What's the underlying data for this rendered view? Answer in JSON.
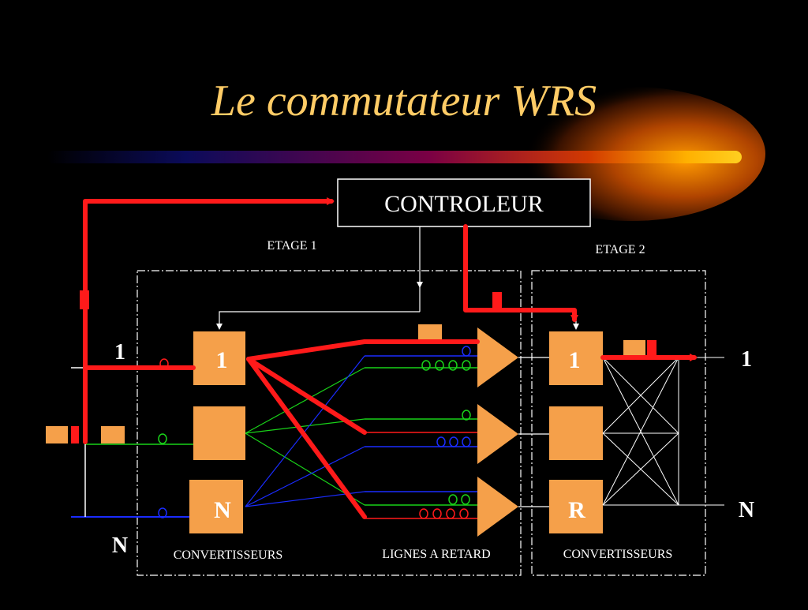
{
  "slide": {
    "title": "Le commutateur WRS"
  },
  "controller": {
    "label": "CONTROLEUR"
  },
  "stages": {
    "stage1": "ETAGE 1",
    "stage2": "ETAGE 2"
  },
  "blocks": {
    "in_top": "1",
    "in_bottom": "N",
    "out_top": "1",
    "out_bottom": "R"
  },
  "ports": {
    "in_top": "1",
    "in_bottom": "N",
    "out_top": "1",
    "out_bottom": "N"
  },
  "sections": {
    "converters_left": "CONVERTISSEURS",
    "delay_lines": "LIGNES A RETARD",
    "converters_right": "CONVERTISSEURS"
  },
  "colors": {
    "background": "#000000",
    "title": "#ffcc66",
    "block": "#f5a04a",
    "highlight": "#ff1a1a",
    "green": "#19d219",
    "blue": "#1a2cff",
    "white": "#ffffff"
  }
}
